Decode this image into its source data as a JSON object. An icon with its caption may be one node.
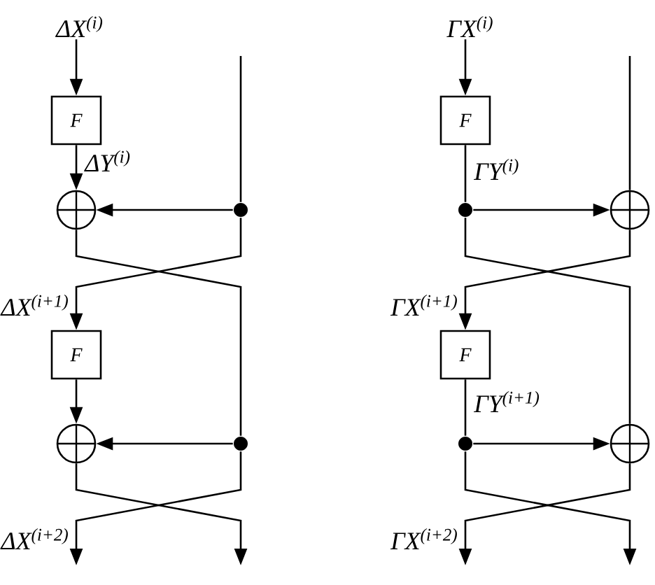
{
  "diagram": {
    "nodes": [
      {
        "text": [
          "ΔX$^{(i)}$"
        ]
      },
      {
        "text": [
          "F"
        ]
      },
      {
        "text": [],
        "shape": "circle"
      },
      {
        "text": [],
        "shape": "dot"
      },
      {
        "text": [
          "F"
        ]
      },
      {
        "text": [],
        "shape": "circle"
      },
      {
        "text": [],
        "shape": "dot"
      },
      {
        "text": [
          "ΓX$^{(i)}$"
        ]
      },
      {
        "text": [
          "F"
        ]
      },
      {
        "text": [],
        "shape": "dot"
      },
      {
        "text": [],
        "shape": "circle"
      },
      {
        "text": [
          "F"
        ]
      },
      {
        "text": [],
        "shape": "dot"
      },
      {
        "text": [],
        "shape": "circle"
      }
    ],
    "edges": [
      {
        "from": 0,
        "to": 1,
        "arrow": "to"
      },
      {
        "from": 1,
        "to": 2,
        "arrow": "to",
        "label": "ΔY$^{(i)}$"
      },
      {
        "from": null,
        "to": 3,
        "arrow": "none"
      },
      {
        "from": 3,
        "to": 2,
        "arrow": "to"
      },
      {
        "from": 2,
        "to": 6,
        "arrow": "none"
      },
      {
        "from": 3,
        "to": 4,
        "arrow": "to",
        "label": "ΔX$^{(i+1)}$"
      },
      {
        "from": 4,
        "to": 5,
        "arrow": "to"
      },
      {
        "from": 6,
        "to": 5,
        "arrow": "to"
      },
      {
        "from": 5,
        "to": null,
        "arrow": "to"
      },
      {
        "from": 6,
        "to": null,
        "arrow": "to",
        "label": "ΔX$^{(i+2)}$"
      },
      {
        "from": 7,
        "to": 8,
        "arrow": "to"
      },
      {
        "from": 8,
        "to": 9,
        "arrow": "none",
        "label": "ΓY$^{(i)}$"
      },
      {
        "from": null,
        "to": 10,
        "arrow": "none"
      },
      {
        "from": 9,
        "to": 10,
        "arrow": "to"
      },
      {
        "from": 9,
        "to": 13,
        "arrow": "none"
      },
      {
        "from": 10,
        "to": 11,
        "arrow": "to",
        "label": "ΓX$^{(i+1)}$"
      },
      {
        "from": 11,
        "to": 12,
        "arrow": "none",
        "label": "ΓY$^{(i+1)}$"
      },
      {
        "from": 12,
        "to": 13,
        "arrow": "to"
      },
      {
        "from": 13,
        "to": null,
        "arrow": "to",
        "label": "ΓX$^{(i+2)}$"
      },
      {
        "from": 12,
        "to": null,
        "arrow": "to"
      }
    ]
  }
}
